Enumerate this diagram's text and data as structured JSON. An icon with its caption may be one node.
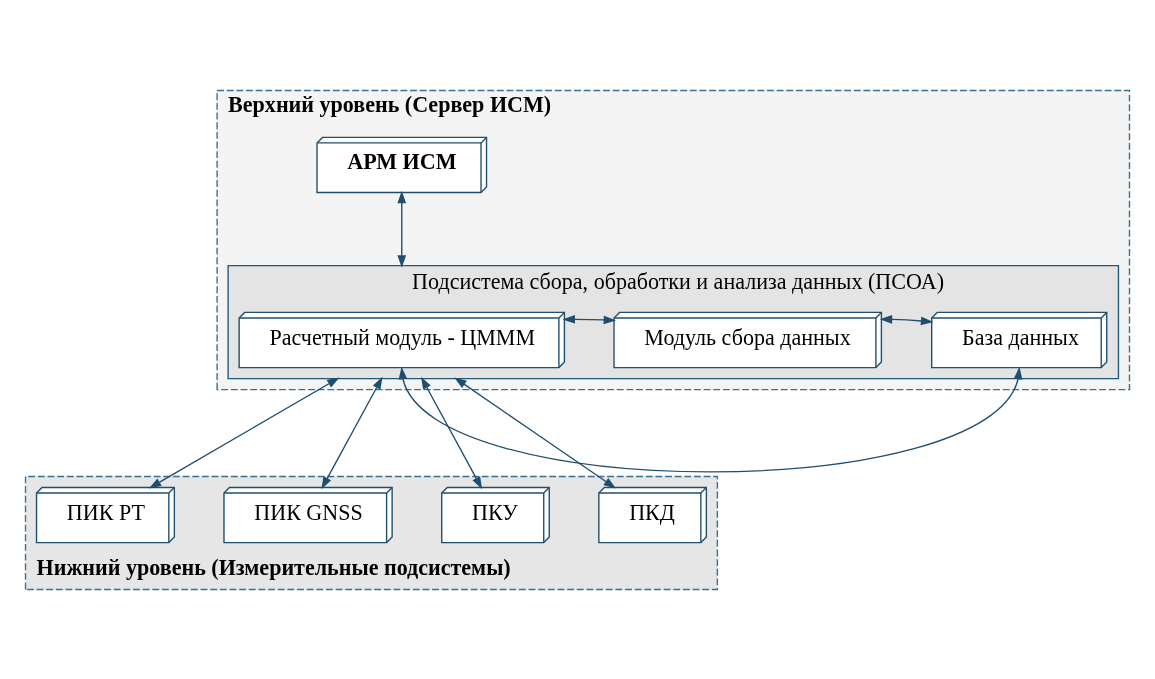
{
  "diagram": {
    "nodes": [
      {
        "text": [
          "Верхний уровень (Сервер ИСМ)"
        ]
      },
      {
        "text": [
          "АРМ ИСМ"
        ],
        "in": 0
      },
      {
        "text": [
          "Подсистема сбора, обработки и анализа данных (ПСОА)"
        ],
        "in": 0
      },
      {
        "text": [
          "Расчетный модуль - ЦМММ"
        ],
        "in": 2
      },
      {
        "text": [
          "Модуль сбора данных"
        ],
        "in": 2
      },
      {
        "text": [
          "База данных"
        ],
        "in": 2
      },
      {
        "text": [
          "Нижний уровень (Измерительные подсистемы)"
        ]
      },
      {
        "text": [
          "ПИК РТ"
        ],
        "in": 6
      },
      {
        "text": [
          "ПИК GNSS"
        ],
        "in": 6
      },
      {
        "text": [
          "ПКУ"
        ],
        "in": 6
      },
      {
        "text": [
          "ПКД"
        ],
        "in": 6
      }
    ],
    "edges": [
      {
        "from": 1,
        "to": 2,
        "arrow": "both"
      },
      {
        "from": 3,
        "to": 5,
        "arrow": "both"
      },
      {
        "from": 3,
        "to": 4,
        "arrow": "both"
      },
      {
        "from": 4,
        "to": 5,
        "arrow": "both"
      },
      {
        "from": 2,
        "to": 7,
        "arrow": "both"
      },
      {
        "from": 2,
        "to": 8,
        "arrow": "both"
      },
      {
        "from": 2,
        "to": 9,
        "arrow": "both"
      },
      {
        "from": 2,
        "to": 10,
        "arrow": "both"
      }
    ]
  }
}
